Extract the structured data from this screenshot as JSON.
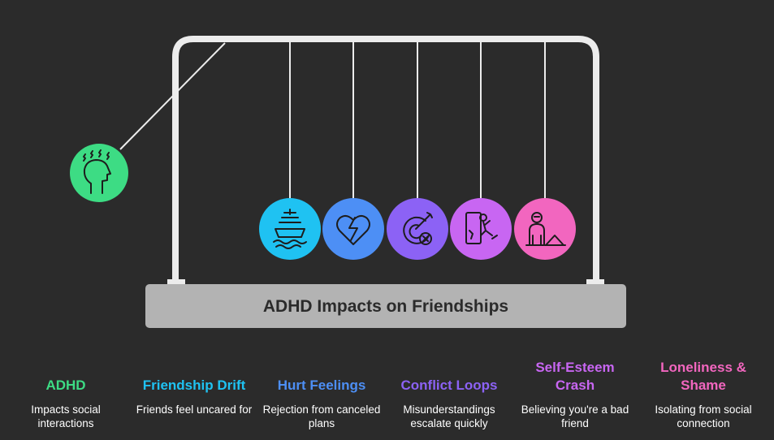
{
  "diagram": {
    "title": "ADHD Impacts on Friendships",
    "items": [
      {
        "title": "ADHD",
        "description": "Impacts social interactions",
        "color": "#3ddc84",
        "icon": "frustrated-head-icon"
      },
      {
        "title": "Friendship Drift",
        "description": "Friends feel uncared for",
        "color": "#1fc2f2",
        "icon": "sinking-ship-icon"
      },
      {
        "title": "Hurt Feelings",
        "description": "Rejection from canceled plans",
        "color": "#4d8ff5",
        "icon": "broken-heart-icon"
      },
      {
        "title": "Conflict Loops",
        "description": "Misunderstandings escalate quickly",
        "color": "#8c62f5",
        "icon": "missed-target-icon"
      },
      {
        "title": "Self-Esteem Crash",
        "description": "Believing you're a bad friend",
        "color": "#c866f2",
        "icon": "falling-person-icon"
      },
      {
        "title": "Loneliness & Shame",
        "description": "Isolating from social connection",
        "color": "#f266bf",
        "icon": "isolated-person-icon"
      }
    ]
  }
}
